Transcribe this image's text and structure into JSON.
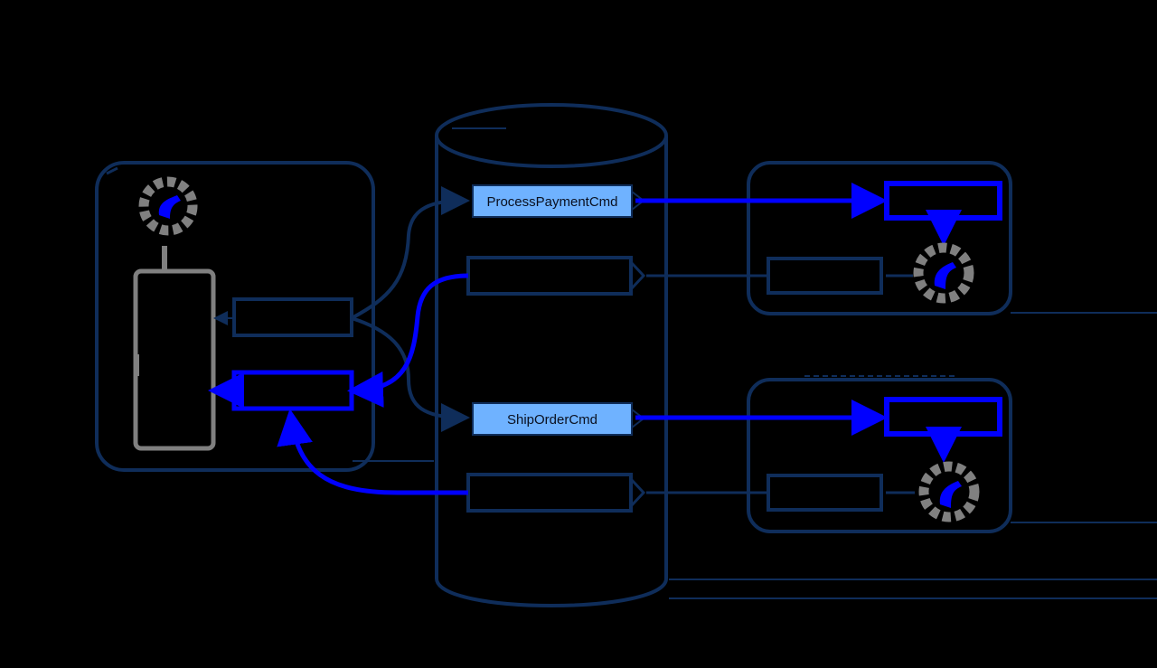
{
  "colors": {
    "background": "#000000",
    "outline": "#0f2d5a",
    "flow": "#0000ff",
    "highlight_fill": "#6fb2ff",
    "service_icon": "#808080"
  },
  "commands": {
    "process_payment": "ProcessPaymentCmd",
    "ship_order": "ShipOrderCmd"
  },
  "icons": {
    "service": "gear-icon",
    "database": "cylinder-shape"
  }
}
